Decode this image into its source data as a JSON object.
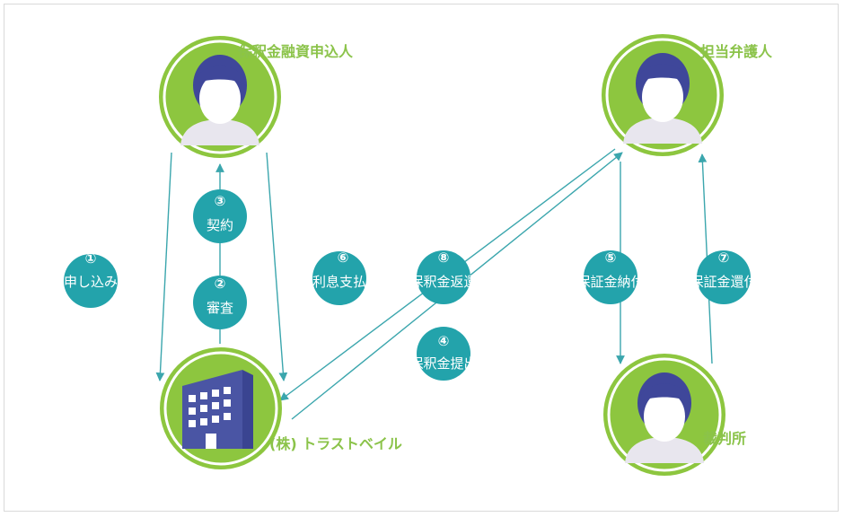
{
  "colors": {
    "node_ring": "#8dc63f",
    "node_inner_ring": "#ffffff",
    "person_fill": "#3f479a",
    "face_fill": "#ffffff",
    "body_fill": "#e8e6ee",
    "building_fill": "#4a55a4",
    "step_fill": "#23a3ab",
    "arrow": "#3ba6ad",
    "label": "#8bc34a"
  },
  "nodes": {
    "applicant": {
      "label": "保釈金融資申込人",
      "icon": "person-icon"
    },
    "lawyer": {
      "label": "担当弁護人",
      "icon": "person-icon"
    },
    "company": {
      "label": "(株) トラストベイル",
      "icon": "building-icon"
    },
    "court": {
      "label": "裁判所",
      "icon": "person-icon"
    }
  },
  "steps": [
    {
      "id": "s1",
      "num": "①",
      "label": "申し込み"
    },
    {
      "id": "s2",
      "num": "②",
      "label": "審査"
    },
    {
      "id": "s3",
      "num": "③",
      "label": "契約"
    },
    {
      "id": "s4",
      "num": "④",
      "label": "保釈金提出"
    },
    {
      "id": "s5",
      "num": "⑤",
      "label": "保証金納付"
    },
    {
      "id": "s6",
      "num": "⑥",
      "label": "利息支払"
    },
    {
      "id": "s7",
      "num": "⑦",
      "label": "保証金還付"
    },
    {
      "id": "s8",
      "num": "⑧",
      "label": "保釈金返還"
    }
  ]
}
